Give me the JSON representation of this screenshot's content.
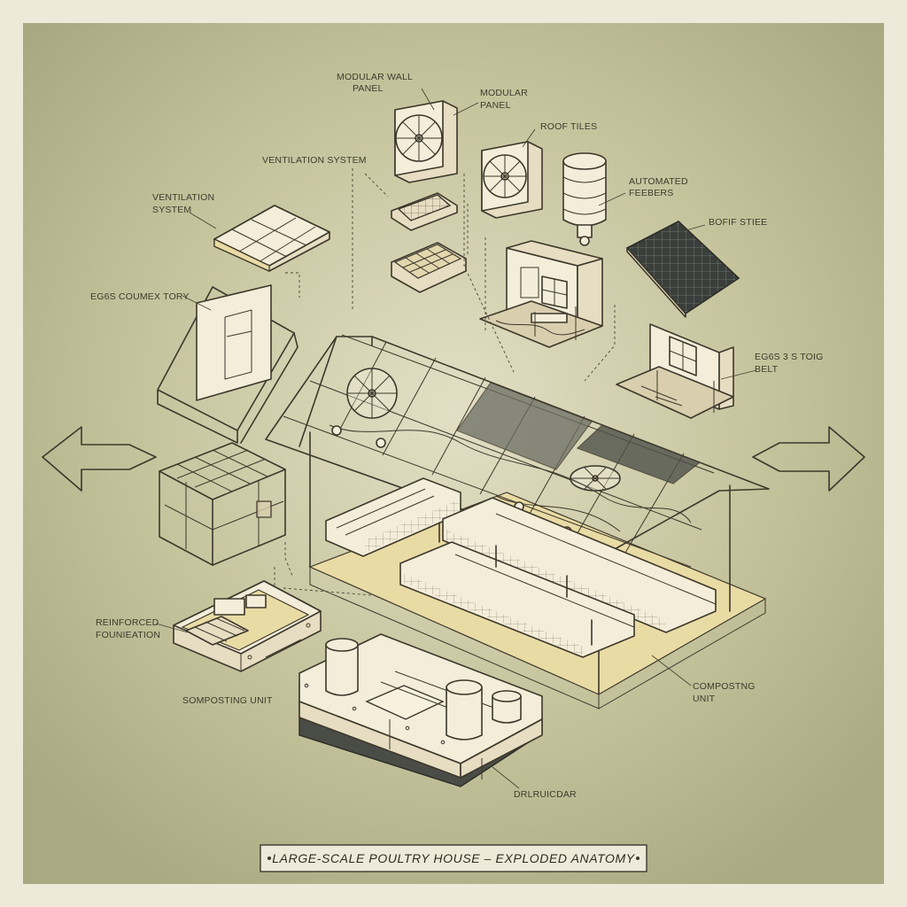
{
  "title": "LARGE-SCALE POULTRY HOUSE – EXPLODED ANATOMY",
  "labels": {
    "modular_wall_panel": [
      "MODULAR WALL",
      "PANEL"
    ],
    "modular_panel": [
      "MODULAR",
      "PANEL"
    ],
    "roof_tiles": "ROOF TILES",
    "ventilation_system_top": "VENTILATION SYSTEM",
    "automated_feeders": [
      "AUTOMATED",
      "FEEBERS"
    ],
    "ventilation_system_left": [
      "VENTILATION",
      "SYSTEM"
    ],
    "solar_label": "BOFIF STIEE",
    "egg_collector": "EG6S COUMEX TORY",
    "egg_belt": [
      "EG6S 3 S TOIG",
      "BELT"
    ],
    "reinforced_foundation": [
      "REINFORCED",
      "FOUNIEATION"
    ],
    "composting_unit_left": "SOMPOSTING UNIT",
    "composting_unit_right": [
      "COMPOSTNG",
      "UNIT"
    ],
    "drainage": "DRLRUICDAR"
  },
  "colors": {
    "background_outer": "#efe9da",
    "background_inner": "#b5b58d",
    "ink": "#3d382b",
    "panel_face": "#f3edd9",
    "straw_floor": "#e9dba4",
    "solar_cell": "#3a3f3c"
  },
  "icons": [
    "left-arrow-icon",
    "right-arrow-icon",
    "fan-icon",
    "solar-panel-icon",
    "window-icon"
  ]
}
